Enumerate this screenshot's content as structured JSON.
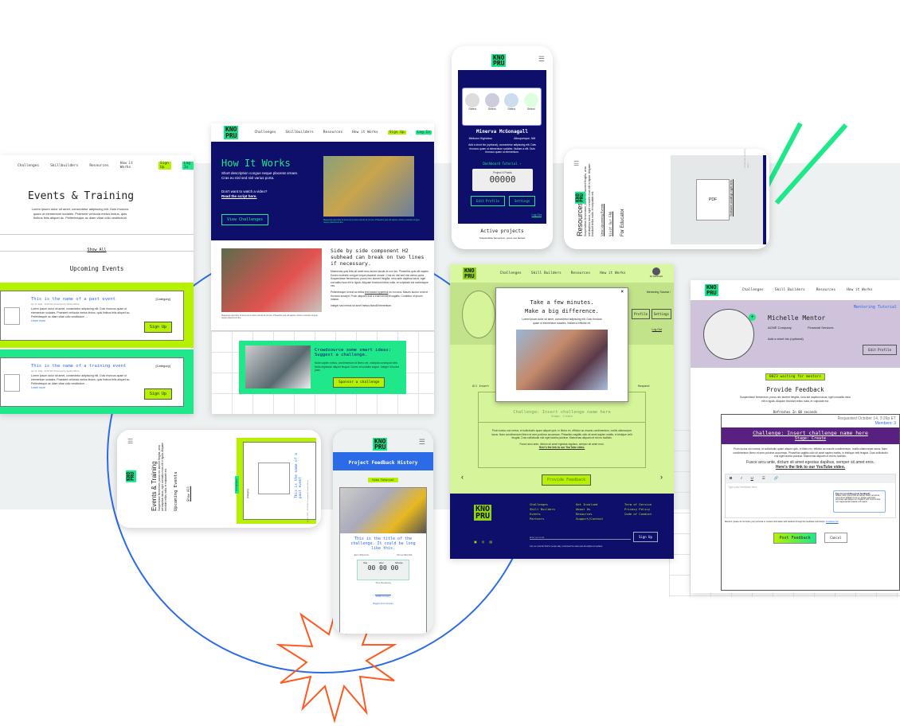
{
  "brand": {
    "logo_top": "KNO",
    "logo_bottom": "PRU",
    "colors": {
      "navy": "#0e0f6b",
      "lime": "#b6f200",
      "green": "#1ee88a",
      "purple": "#58207f",
      "lavender": "#cfc2db",
      "blue": "#2b6be8",
      "orange": "#ff5a1f"
    }
  },
  "nav": {
    "challenges": "Challenges",
    "skillbuilders": "Skillbuilders",
    "skill_builders": "Skill Builders",
    "resources": "Resources",
    "how": "How it Works",
    "how_caps": "How It Works",
    "sign_up": "Sign Up",
    "log_in": "Log In"
  },
  "events_page": {
    "title": "Events & Training",
    "intro": "Lorem ipsum dolor sit amet, consectetur adipiscing elit. Duis rhoncus quam ut elementum sodales. Praesent vehicula metus lectus, quis finibus felis aliquet ac. Pellentesque ac diam vitae odio vestibulum",
    "show_all": "Show All",
    "upcoming": "Upcoming Events",
    "events": [
      {
        "name": "This is the name of a past event",
        "category": "[Category]",
        "meta": "Apr 14, 2022 · 00:00   90m   Presented by Sandra Wilcox",
        "body": "Lorem ipsum dolor sit amet, consectetur adipiscing elit. Duis rhoncus quam ut elementum sodales. Praesent vehicula metus lectus, quis finibus felis aliquet ac. Pellentesque ac diam vitae odio vestibulum ...",
        "learn": "Learn more",
        "cta": "Sign Up"
      },
      {
        "name": "This is the name of a training event",
        "category": "[Category]",
        "meta": "Apr 14, 2022 · 00:00   90m   Presented by Sandra Wilcox",
        "body": "Lorem ipsum dolor sit amet, consectetur adipiscing elit. Duis rhoncus quam ut elementum sodales. Praesent vehicula metus lectus, quis finibus felis aliquet ac. Pellentesque ac diam vitae odio vestibulum ...",
        "learn": "Learn more",
        "cta": "Sign Up"
      }
    ]
  },
  "how_page": {
    "title": "How It Works",
    "desc": "Short description congue neque placerat ornare. Cras eu nisl sed nisl varius porta.",
    "video_q": "Don't want to watch a video?",
    "script_link": "Read the script here.",
    "cta": "View Challenges",
    "caption": "Maecenas quis felis sit amet eros auctor iaculis id non leo. Phasellus quis elit sapien. Donec molestie congue neque placerat ornare.",
    "side_title": "Side by side component H2 subhead can break on two lines if necessary.",
    "side_p1": "Maecenas quis felis sit amet eros auctor iaculis id non leo. Phasellus quis elit sapien. Donec molestie congue neque placerat ornare. Cras eu nisl sed nisl varius porta. Suspendisse fermentum, purus nec laoreet fringilla, urna ante dapibus lacus, eget convallis risus elit in ligula. Aliquam tincidunt tellus nulla, et vulputate est scelerisque nec.",
    "side_p2a": "Pellentesque id erat ac tellus ",
    "side_link": "text based hyperlink",
    "side_p2b": " eu eu urna. Mauris auctor urna et rhoncus suscipit. Proin aliquam erat a erat hendrerit sagittis. Curabitur ut ipsum massa.",
    "side_p3": "Integer sed metus sit amet metus blandit fermentum.",
    "side_caption": "Maecenas quis felis sit amet eros auctor iaculis id non leo. Phasellus quis elit sapien. Donec molestie congue neque placerat ornare.",
    "crowd_title": "Crowdsource some smart ideas: Suggest a challenge.",
    "crowd_body": "Nulla sapien metus, condimentum id libero vel, volutpat consequat nibh. Nulla dignissim aliquet feugiat. Donec at sodales augue. Integer id luctus justo.",
    "crowd_cta": "Sponsor a challenge"
  },
  "student_phone": {
    "select": "Select",
    "name": "Minerva McGonagall",
    "school": "Midtown Highclass",
    "city": "Albuquerque, NM",
    "bio": "Add a short bio (optional), consectetur adipiscing elit. Duis rhoncus quam ut elementum sodales. Nullam a elit. Duis rhoncus quam ut elementum.",
    "tutorial": "Dashboard Tutorial",
    "points_label": "Project X Points",
    "points": "00000",
    "edit": "Edit Profile",
    "settings": "Settings",
    "logout": "Log Out",
    "active": "Active projects",
    "active_sub": "Suspendisse fermentum, purus nec laoreet"
  },
  "resources_phone": {
    "title": "Resources",
    "body": "Suspendisse fermentum, purus nec laoreet fringilla, urna ant dapibus lacus, eget convallis risus elit in ligula. Aliquam tincidunt tellus nulla, et vulputate est.",
    "events_link": "View Upcoming Events",
    "faq": "Visit Our FAQ",
    "educator": "For Educator",
    "pdf": "PDF",
    "tool1": "Toolname would go right here.",
    "tool2": "Toolname would go right here."
  },
  "modal_page": {
    "account": "My Dashboard",
    "tutorial": "Mentoring Tutorial",
    "profile": "Profile",
    "settings": "Settings",
    "logout": "Log Out",
    "all": "All Insert",
    "request": "Request",
    "modal_title1": "Take a few minutes.",
    "modal_title2": "Make a big difference.",
    "modal_body": "Lorem ipsum dolor sit amet, consectetur adipiscing elit. Duis rhoncus quam ut elementum sodales. Nullam a efficitur mi.",
    "challenge": "Challenge: Insert challenge name here",
    "stage": "Stage: Create",
    "body": "Proin luctus orci metus, et sollicitudin quam aliquet quis. In libero ex, efficitur ac mauris condimentum, mollis ullamcorper lacus. Nam condimentum libero et sem pulvinar accumsan. Phasellus sagittis odio sit amet sapien mattis, in tristique velit feugiat. Cras sollicitudin nisl eget lacinia pulvinar. Maecenas aliquam et est eu facilisis.",
    "fusce": "Fusce arcu ante, dictum sit amet egestas dapibus, semper sit amet eros.",
    "yt": "Here's the link to our YouTube video.",
    "cta": "Provide Feedback"
  },
  "footer": {
    "col1": [
      "Challenges",
      "Skill Builders",
      "Events",
      "Partners"
    ],
    "col2": [
      "Get Involved",
      "About Us",
      "Resources",
      "Support/Contact"
    ],
    "col3": [
      "Term of Service",
      "Privacy Policy",
      "Code of Conduct"
    ],
    "email_ph": "Enter your email",
    "signup": "Sign Up",
    "note": "Join our email list! Stuff ur people daily, understand the status and all enlightened updates."
  },
  "mentor_page": {
    "name": "Michelle Mentor",
    "company": "ACME Company",
    "industry": "Financial Services",
    "bio": "Add a short bio (optional)",
    "tutorial": "Mentoring Tutorial",
    "edit": "Edit Profile",
    "waiting": "0023 waiting for mentors",
    "title": "Provide Feedback",
    "desc": "Suspendisse fermentum, purus nec laoreet fringilla, urna ant dapibus lacus, eget convallis risus elit in ligula. Aliquam tincidunt tellus nulla, et vulputate est.",
    "refresh": "Refreshes In 00 seconds",
    "requested": "Requested October 14, 3:26p ET",
    "members": "Members: 3",
    "challenge": "Challenge: Insert challenge name here",
    "stage": "Stage: Create",
    "body": "Proin luctus orci metus, et sollicitudin quam aliquet quis. In libero ex, efficitur ac mauris condimentum, mollis ullamcorper lacus. Nam condimentum libero et sem pulvinar accumsan. Phasellus sagittis odio sit amet sapien mattis, in tristique velit feugiat. Cras sollicitudin nisl eget lacinia pulvinar. Maecenas aliquam et est eu facilisis.",
    "fusce": "Fusce arcu ante, dictum sit amet egestas dapibus, semper sit amet eros.",
    "yt": "Here's the link to our YouTube video.",
    "placeholder": "Type your feedback here...",
    "tips_title": "Tips for providing great feedback!",
    "tips_body": "Nullam rutrum purus nunc ac laoreet. Morbi vel velit at nunc rutrum sagittis non ac ex. Integer erat turpis, accumsan quis aliquet vel, fringilla in nibh. Nunc id ante non magna iaculis molestie a id mauris.",
    "warning": "Mentors, please do not share your personal or contact information with students through the feedback submission.",
    "warning_link": "Feedback tips",
    "post": "Post Feedback",
    "cancel": "Cancel",
    "toolbar": [
      "B",
      "I",
      "U",
      "☰",
      "🔗"
    ]
  },
  "events_phone": {
    "title": "Events & Training",
    "body": "Suspendisse fermentum, purus nec laoreet fringilla, urna ant dapibus lacus, eget convallis risus elit in ligula. Aliquam tincidunt tellus nulla, et vulputate est.",
    "upcoming": "Upcoming Events",
    "show_all": "Show All",
    "tag": "For Educators",
    "category": "[Category]",
    "event": "This is the name of a past event",
    "meta": "Apr 14, 2022 · 00:00  90m  Presented by Sandra Wilcox"
  },
  "history_phone": {
    "title": "Project Feedback History",
    "tutorial": "View Tutorial",
    "challenge": "This is the title of the challenge. It could be long like this.",
    "earn": "Earn 300points",
    "winner": "Winner $10,000",
    "day": "Day",
    "hour": "Hour",
    "minutes": "Minutes",
    "count": "00 00 00",
    "remaining": "Time Remaining",
    "sponsor": "ACME Company",
    "sponsor2": "Boggins Tech Compan"
  }
}
